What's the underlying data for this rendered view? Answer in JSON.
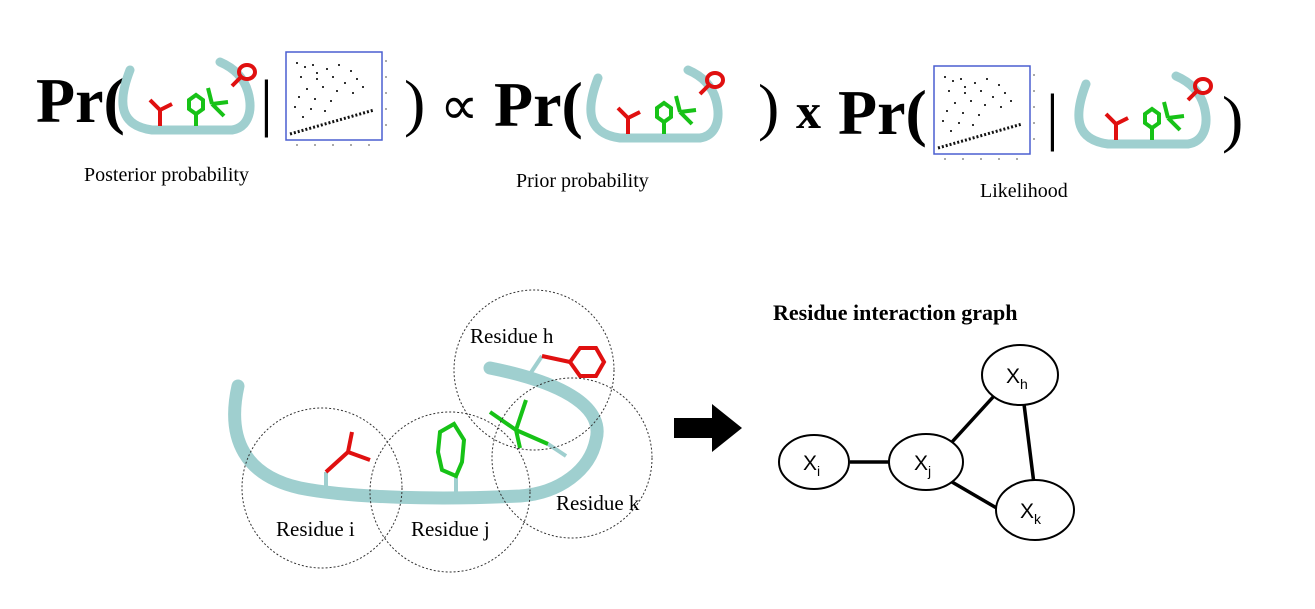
{
  "equation": {
    "pr_label": "Pr(",
    "conditional_bar": "|",
    "close_paren": ")",
    "proportional_symbol": "∝",
    "times_symbol": "x",
    "captions": {
      "posterior": "Posterior probability",
      "prior": "Prior probability",
      "likelihood": "Likelihood"
    }
  },
  "structure_diagram": {
    "residues": [
      "Residue h",
      "Residue i",
      "Residue j",
      "Residue k"
    ]
  },
  "graph": {
    "title": "Residue interaction graph",
    "nodes": [
      {
        "id": "i",
        "base": "X",
        "sub": "i"
      },
      {
        "id": "j",
        "base": "X",
        "sub": "j"
      },
      {
        "id": "h",
        "base": "X",
        "sub": "h"
      },
      {
        "id": "k",
        "base": "X",
        "sub": "k"
      }
    ],
    "edges": [
      [
        "i",
        "j"
      ],
      [
        "j",
        "h"
      ],
      [
        "j",
        "k"
      ],
      [
        "h",
        "k"
      ]
    ]
  },
  "colors": {
    "backbone": "#9fcfcf",
    "red_sidechain": "#e01010",
    "green_sidechain": "#17c217",
    "plot_border": "#4a5fd0"
  }
}
